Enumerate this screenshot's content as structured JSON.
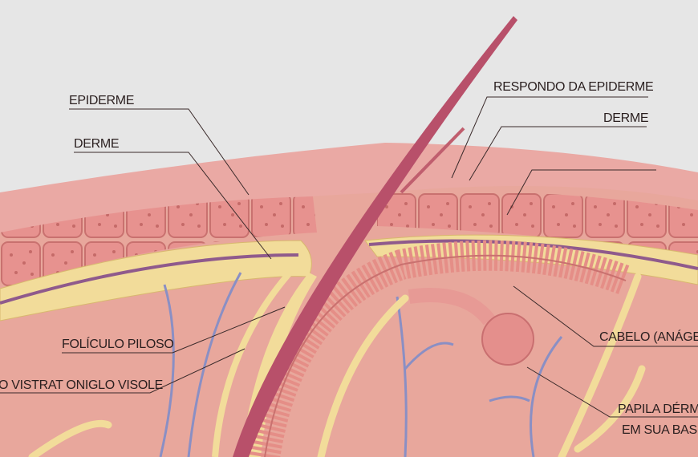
{
  "labels": {
    "epiderme": "EPIDERME",
    "derme_left": "DERME",
    "foliculo": "FOLÍCULO PILOSO",
    "vistrat": "O VISTRAT ONIGLO VISOLE",
    "respondo": "RESPONDO DA EPIDERME",
    "derme_right": "DERME",
    "cabelo": "CABELO (ANÁGE",
    "papila_line1": "PAPILA DÉRM",
    "papila_line2": "EM SUA BASE"
  },
  "colors": {
    "background": "#e6e6e6",
    "epidermis": "#e49a95",
    "dermis": "#e8a79c",
    "fat_layer": "#f2dc9a",
    "hair_shaft": "#b8506a",
    "vessel": "#8a8fc4",
    "gland": "#e58e87"
  }
}
